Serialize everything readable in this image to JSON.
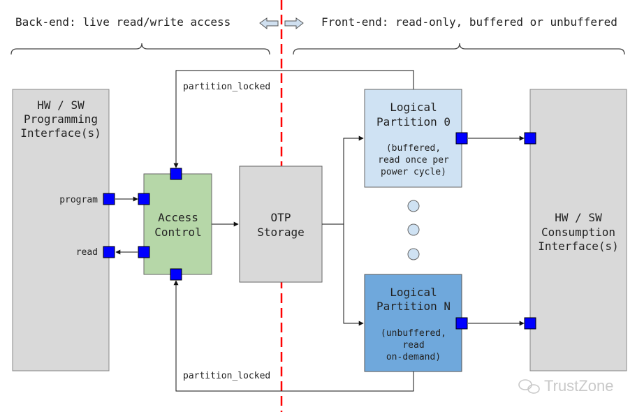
{
  "header": {
    "backend_label": "Back-end: live read/write access",
    "frontend_label": "Front-end: read-only, buffered or unbuffered"
  },
  "boxes": {
    "programming_interface": [
      "HW / SW",
      "Programming",
      "Interface(s)"
    ],
    "access_control": [
      "Access",
      "Control"
    ],
    "otp_storage": [
      "OTP",
      "Storage"
    ],
    "partition_0": {
      "title": [
        "Logical",
        "Partition 0"
      ],
      "note": [
        "(buffered,",
        "read once per",
        "power cycle)"
      ]
    },
    "partition_n": {
      "title": [
        "Logical",
        "Partition N"
      ],
      "note": [
        "(unbuffered,",
        "read",
        "on-demand)"
      ]
    },
    "consumption_interface": [
      "HW / SW",
      "Consumption",
      "Interface(s)"
    ]
  },
  "signals": {
    "program": "program",
    "read": "read",
    "partition_locked_top": "partition_locked",
    "partition_locked_bottom": "partition_locked"
  },
  "watermark": "TrustZone",
  "colors": {
    "gray_box": "#d9d9d9",
    "green_box": "#b6d7a8",
    "light_blue_box": "#cfe2f3",
    "blue_box": "#6fa8dc",
    "port": "#0000ff",
    "divider": "#ff0000",
    "ellipsis_dot": "#cfe2f3"
  }
}
